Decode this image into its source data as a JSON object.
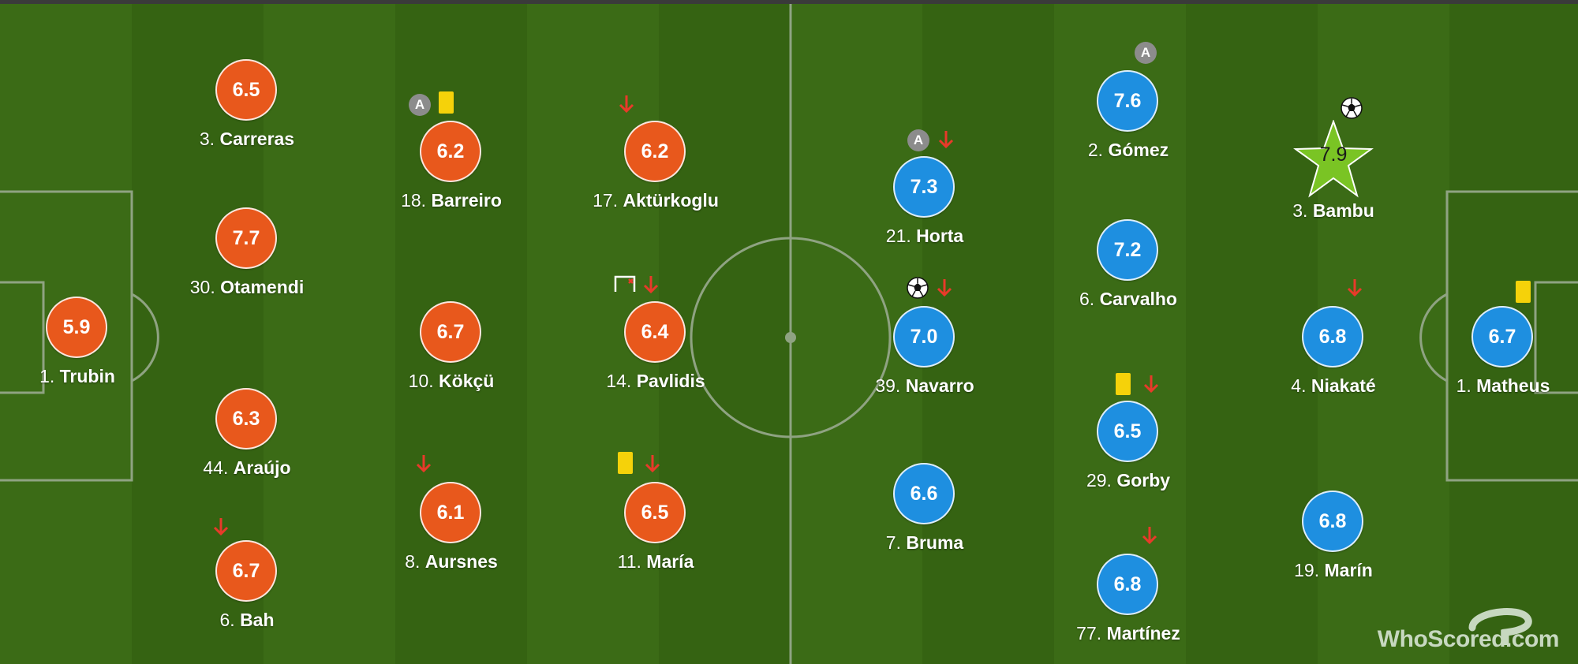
{
  "logo": {
    "text": "WhoScored.com"
  },
  "colors": {
    "home": "#e8581c",
    "away": "#1e8fe0",
    "motm": "#7ac424",
    "card": "#f5d20a",
    "arrow": "#e83a2a"
  },
  "home_players": [
    {
      "number": "1.",
      "name": "Trubin",
      "rating": "5.9",
      "icons": []
    },
    {
      "number": "3.",
      "name": "Carreras",
      "rating": "6.5",
      "icons": []
    },
    {
      "number": "30.",
      "name": "Otamendi",
      "rating": "7.7",
      "icons": []
    },
    {
      "number": "44.",
      "name": "Araújo",
      "rating": "6.3",
      "icons": []
    },
    {
      "number": "6.",
      "name": "Bah",
      "rating": "6.7",
      "icons": [
        "sub-off-arrow-icon"
      ]
    },
    {
      "number": "18.",
      "name": "Barreiro",
      "rating": "6.2",
      "icons": [
        "captain-icon",
        "yellow-card-icon"
      ],
      "captain_label": "A"
    },
    {
      "number": "10.",
      "name": "Kökçü",
      "rating": "6.7",
      "icons": []
    },
    {
      "number": "8.",
      "name": "Aursnes",
      "rating": "6.1",
      "icons": [
        "sub-off-arrow-icon"
      ]
    },
    {
      "number": "17.",
      "name": "Aktürkoglu",
      "rating": "6.2",
      "icons": [
        "sub-off-arrow-icon"
      ]
    },
    {
      "number": "14.",
      "name": "Pavlidis",
      "rating": "6.4",
      "icons": [
        "penalty-miss-icon",
        "sub-off-arrow-icon"
      ]
    },
    {
      "number": "11.",
      "name": "María",
      "rating": "6.5",
      "icons": [
        "yellow-card-icon",
        "sub-off-arrow-icon"
      ]
    }
  ],
  "away_players": [
    {
      "number": "21.",
      "name": "Horta",
      "rating": "7.3",
      "icons": [
        "captain-icon",
        "sub-off-arrow-icon"
      ],
      "captain_label": "A"
    },
    {
      "number": "39.",
      "name": "Navarro",
      "rating": "7.0",
      "icons": [
        "goal-ball-icon",
        "sub-off-arrow-icon"
      ]
    },
    {
      "number": "7.",
      "name": "Bruma",
      "rating": "6.6",
      "icons": []
    },
    {
      "number": "2.",
      "name": "Gómez",
      "rating": "7.6",
      "icons": [
        "captain-icon"
      ],
      "captain_label": "A"
    },
    {
      "number": "6.",
      "name": "Carvalho",
      "rating": "7.2",
      "icons": []
    },
    {
      "number": "29.",
      "name": "Gorby",
      "rating": "6.5",
      "icons": [
        "yellow-card-icon",
        "sub-off-arrow-icon"
      ]
    },
    {
      "number": "77.",
      "name": "Martínez",
      "rating": "6.8",
      "icons": [
        "sub-off-arrow-icon"
      ]
    },
    {
      "number": "3.",
      "name": "Bambu",
      "rating": "7.9",
      "icons": [
        "goal-ball-icon"
      ],
      "motm": true
    },
    {
      "number": "4.",
      "name": "Niakaté",
      "rating": "6.8",
      "icons": [
        "sub-off-arrow-icon"
      ]
    },
    {
      "number": "19.",
      "name": "Marín",
      "rating": "6.8",
      "icons": []
    },
    {
      "number": "1.",
      "name": "Matheus",
      "rating": "6.7",
      "icons": [
        "yellow-card-icon"
      ]
    }
  ]
}
